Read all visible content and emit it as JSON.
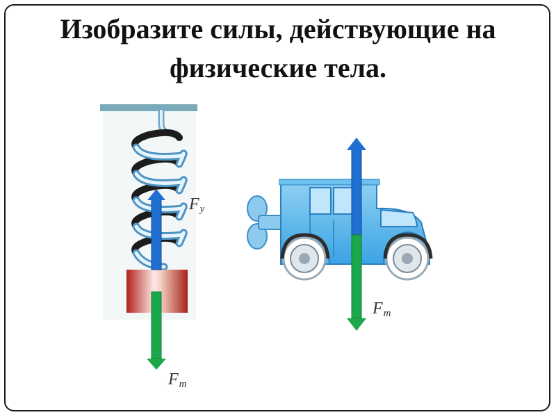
{
  "slide": {
    "title_line1": "Изобразите силы, действующие на",
    "title_line2": "физические тела."
  },
  "spring_system": {
    "elastic_force": {
      "symbol": "F",
      "subscript": "y",
      "color": "#1f6fd1"
    },
    "gravity_force": {
      "symbol": "F",
      "subscript": "m",
      "color": "#1aa84a"
    }
  },
  "car_system": {
    "support_force_color": "#1f6fd1",
    "gravity_force": {
      "symbol": "F",
      "subscript": "m",
      "color": "#1aa84a"
    }
  }
}
